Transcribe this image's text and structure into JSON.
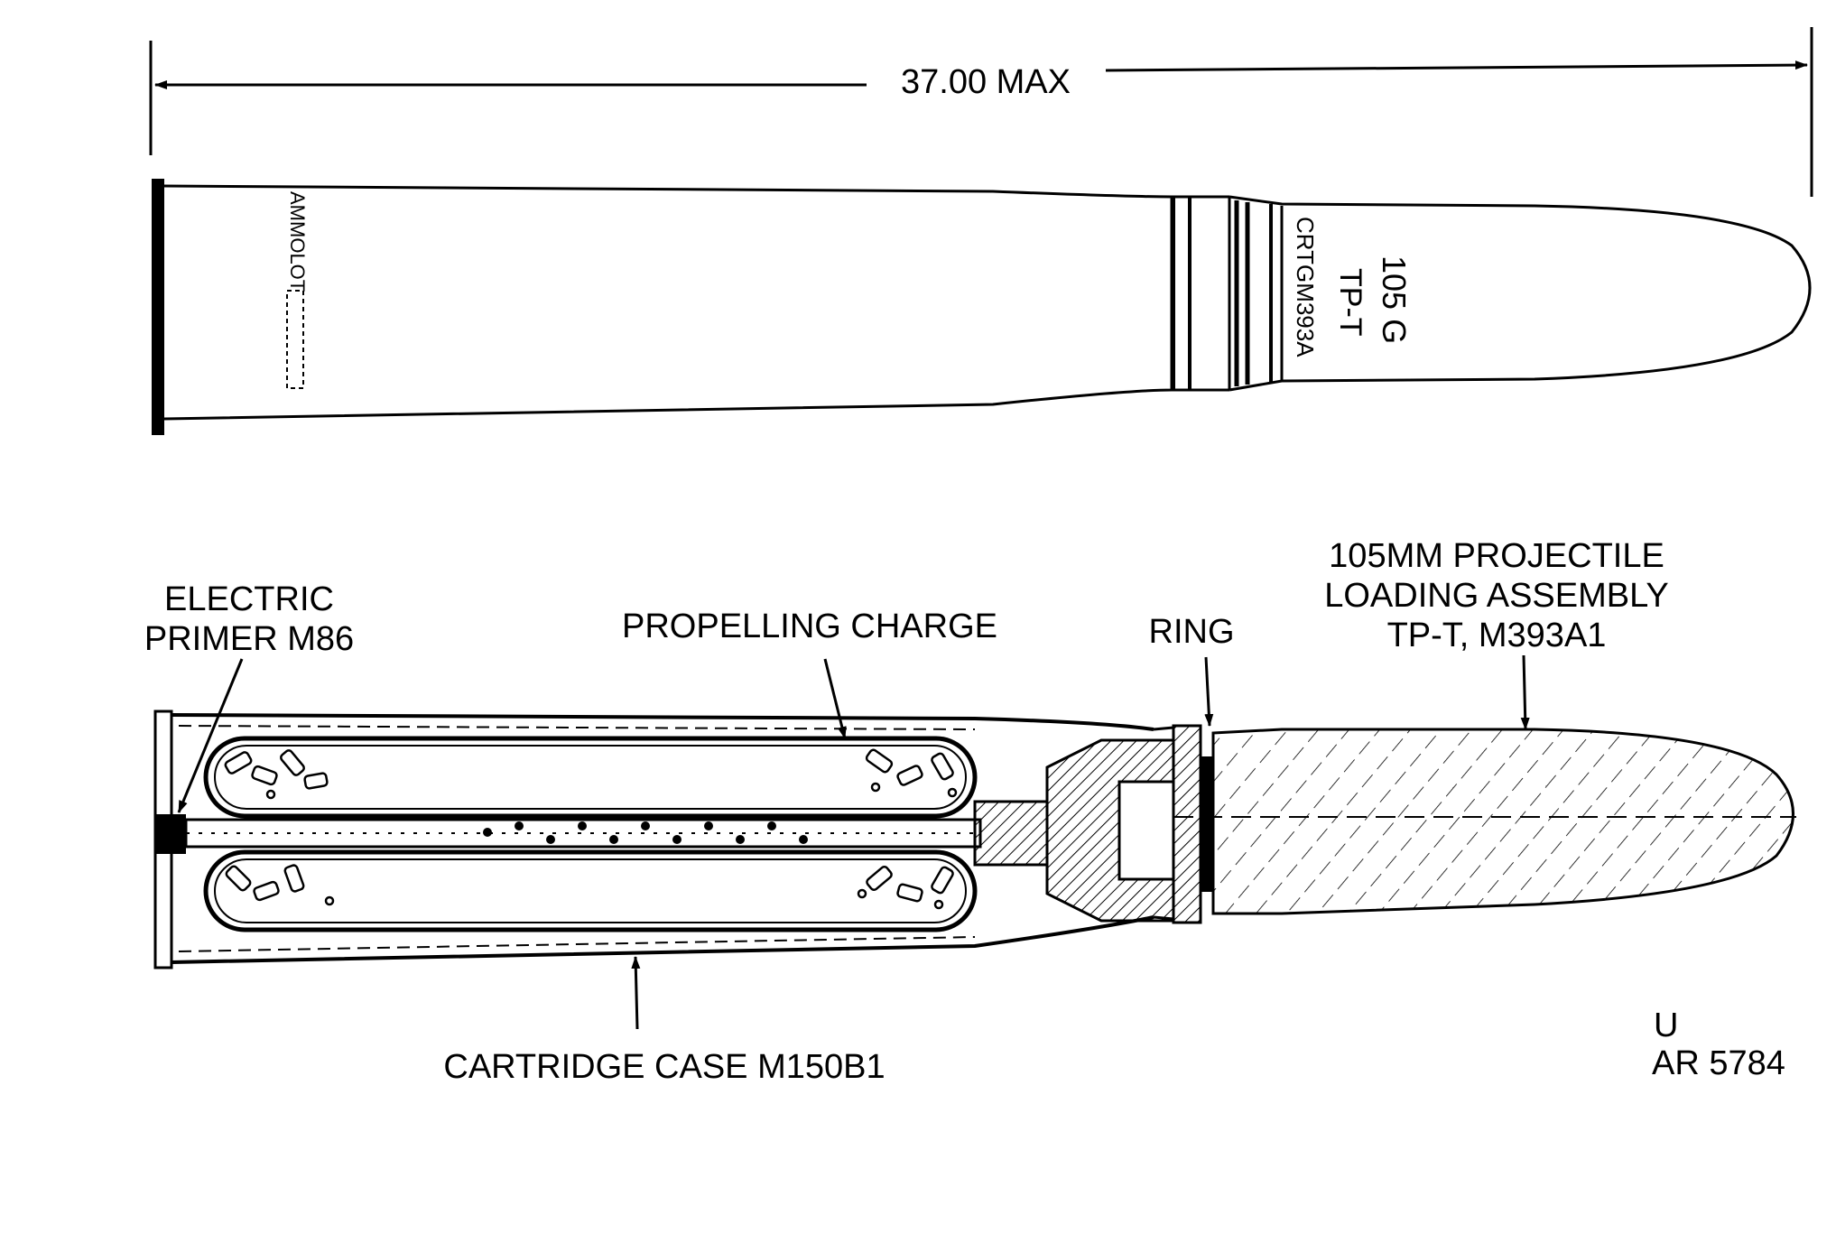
{
  "dimension": {
    "label": "37.00 MAX"
  },
  "markings": {
    "ammo_lot": "AMMOLOT",
    "caliber": "105 G",
    "type": "TP-T",
    "cartridge": "CRTGM393A"
  },
  "callouts": {
    "electric_primer": [
      "ELECTRIC",
      "PRIMER M86"
    ],
    "propelling_charge": "PROPELLING CHARGE",
    "ring": "RING",
    "projectile": [
      "105MM  PROJECTILE",
      "LOADING ASSEMBLY",
      "TP-T, M393A1"
    ],
    "cartridge_case": "CARTRIDGE CASE M150B1"
  },
  "figure_id": [
    "U",
    "AR 5784"
  ],
  "colors": {
    "ink": "#000000",
    "paper": "#ffffff"
  }
}
